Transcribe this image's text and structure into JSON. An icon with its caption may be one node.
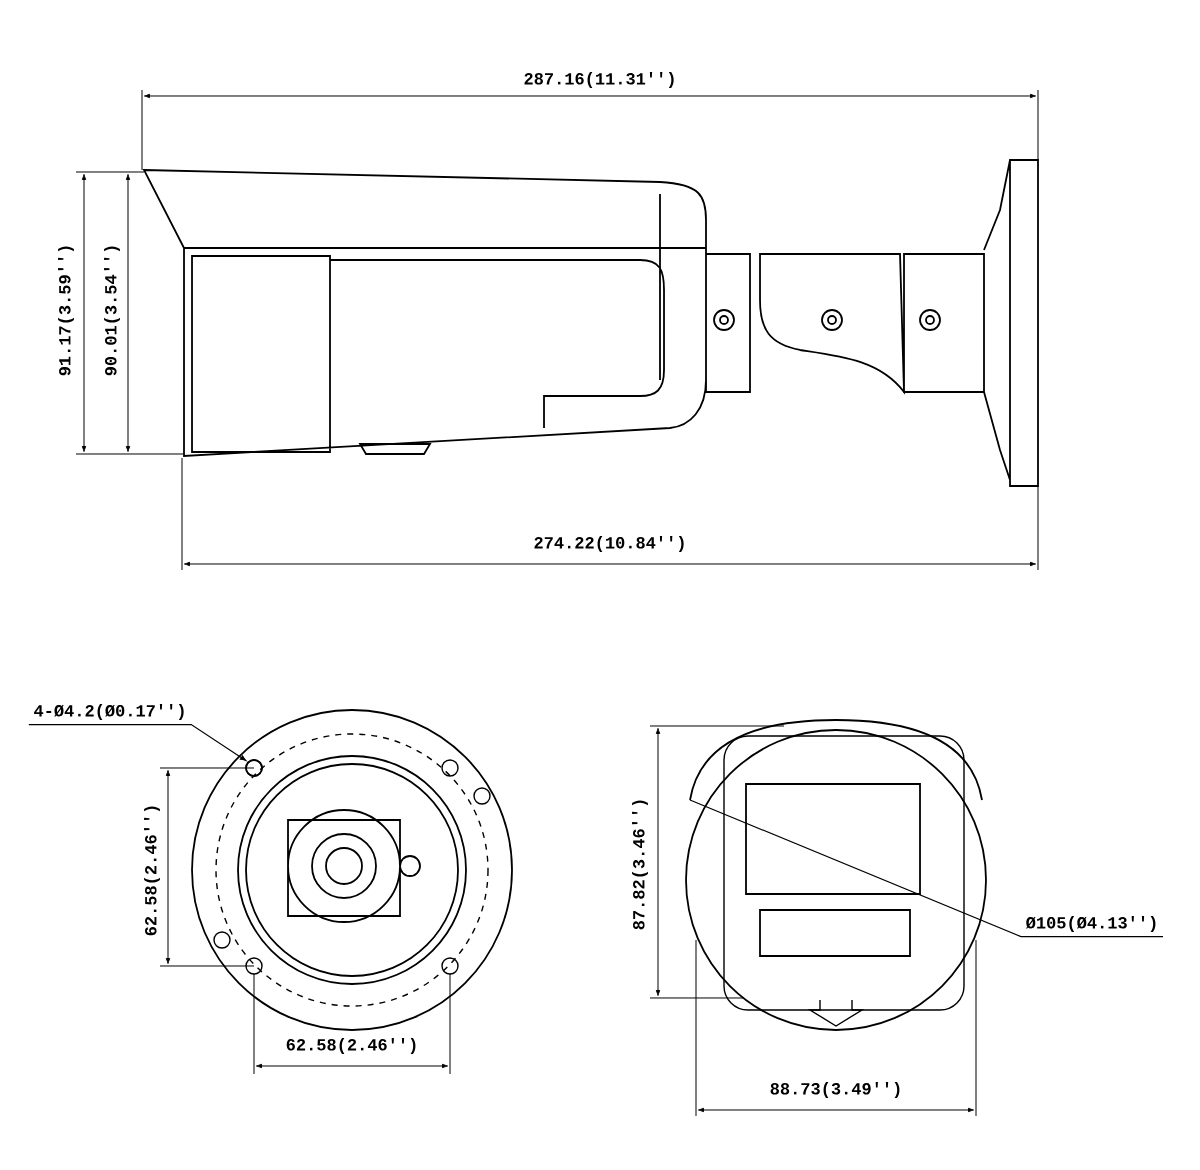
{
  "diagram": {
    "nodes": [
      {
        "text": [
          "4-Ø4.2(Ø0.17'')"
        ]
      },
      {
        "text": [],
        "shape": "circle"
      },
      {
        "text": [
          "Ø105(Ø4.13'')"
        ]
      }
    ],
    "edges": [
      {
        "from": 0,
        "to": 1,
        "arrow": "to"
      },
      {
        "from": 2,
        "to": null,
        "arrow": "none"
      }
    ],
    "labels": [
      "287.16(11.31'')",
      "91.17(3.59'')",
      "90.01(3.54'')",
      "274.22(10.84'')",
      "62.58(2.46'')",
      "87.82(3.46'')",
      "62.58(2.46'')",
      "88.73(3.49'')"
    ]
  }
}
